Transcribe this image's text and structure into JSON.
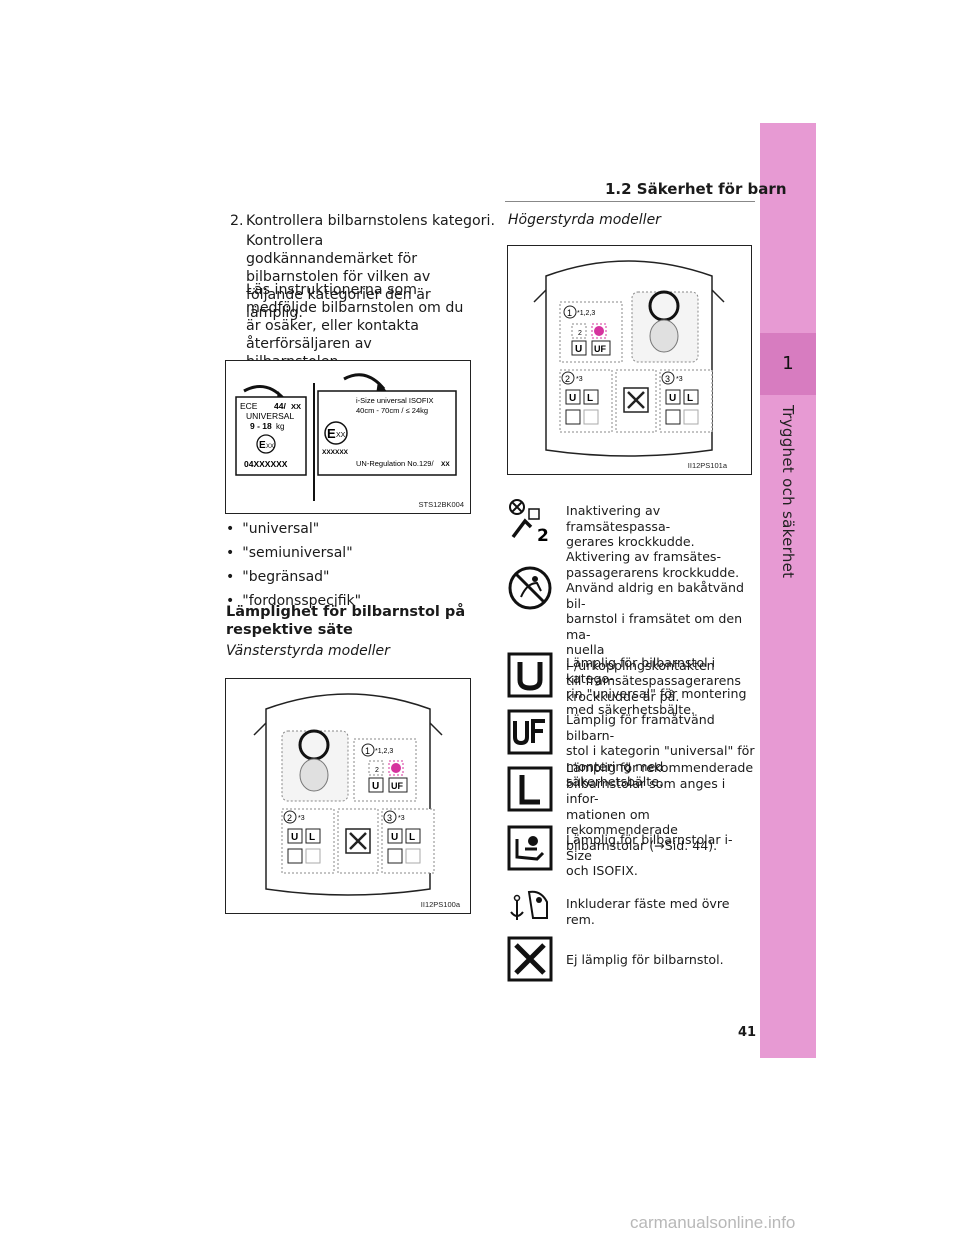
{
  "header": {
    "section": "1.2 Säkerhet för barn"
  },
  "side_tab": {
    "chapter_number": "1",
    "chapter_title": "Trygghet och säkerhet"
  },
  "page_number": "41",
  "left": {
    "step_number": "2.",
    "step_title": "Kontrollera bilbarnstolens kategori.",
    "para1": "Kontrollera godkännandemärket för bilbarnstolen för vilken av följande kategorier den är lämplig.",
    "para2": "Läs instruktionerna som medföljde bilbarnstolen om du är osäker, eller kontakta återförsäljaren av bilbarnstolen.",
    "bullets": [
      "\"universal\"",
      "\"semiuniversal\"",
      "\"begränsad\"",
      "\"fordonsspecifik\""
    ],
    "heading": "Lämplighet för bilbarnstol på respektive säte",
    "subheading": "Vänsterstyrda modeller"
  },
  "right": {
    "subheading": "Högerstyrda modeller"
  },
  "fig1": {
    "label_ece": "ECE",
    "label_44": "44/",
    "label_xx": "XX",
    "label_universal": "UNIVERSAL",
    "label_weight": "9 - 18",
    "label_kg": "kg",
    "label_exx": "E",
    "label_exx_sub": "XX",
    "label_code1": "04XXXXXX",
    "label_isize": "i-Size universal ISOFIX",
    "label_range": "40cm - 70cm / ≤ 24kg",
    "label_e2": "E",
    "label_e2_sub": "XX",
    "label_code2": "XXXXXX",
    "label_reg": "UN-Regulation No.129/",
    "label_reg_xx": "XX",
    "code": "STS12BK004"
  },
  "fig2": {
    "code": "II12PS100a",
    "seat1": "1",
    "seat1_note": "*1,2,3",
    "seat2": "2",
    "seat2_note": "*3",
    "seat3": "3",
    "seat3_note": "*3"
  },
  "fig3": {
    "code": "II12PS101a",
    "seat1": "1",
    "seat1_note": "*1,2,3",
    "seat2": "2",
    "seat2_note": "*3",
    "seat3": "3",
    "seat3_note": "*3"
  },
  "badges": {
    "u": "U",
    "uf": "UF",
    "l": "L",
    "two": "2"
  },
  "legend": [
    {
      "icon": "airbag-off-icon",
      "text": "Inaktivering av framsätespassa-\ngerares krockkudde."
    },
    {
      "icon": "airbag-on-warning-icon",
      "text": "Aktivering av framsätes-\npassagerarens krockkudde.\nAnvänd aldrig en bakåtvänd bil-\nbarnstol i framsätet om den ma-\nnuella i-/urkopplingskontakten\ntill framsätespassagerarens\nkrockkudde är på."
    },
    {
      "icon": "universal-u-icon",
      "text": "Lämplig för bilbarnstol i katego-\nrin \"universal\" för montering\nmed säkerhetsbälte."
    },
    {
      "icon": "universal-forward-uf-icon",
      "text": "Lämplig för framåtvänd bilbarn-\nstol i kategorin \"universal\" för\nmontering med säkerhetsbälte."
    },
    {
      "icon": "restricted-l-icon",
      "text": "Lämplig för rekommenderade\nbilbarnstolar som anges i infor-\nmationen om rekommenderade\nbilbarnstolar (→Sid. 44)."
    },
    {
      "icon": "isize-isofix-icon",
      "text": "Lämplig för bilbarnstolar i-Size\noch ISOFIX."
    },
    {
      "icon": "top-tether-icon",
      "text": "Inkluderar fäste med övre rem."
    },
    {
      "icon": "not-suitable-x-icon",
      "text": "Ej lämplig för bilbarnstol."
    }
  ],
  "watermark": "carmanualsonline.info",
  "colors": {
    "tab": "#e79ad3",
    "tab_dark": "#d77cc0",
    "airbag_pink": "#d6339e"
  }
}
